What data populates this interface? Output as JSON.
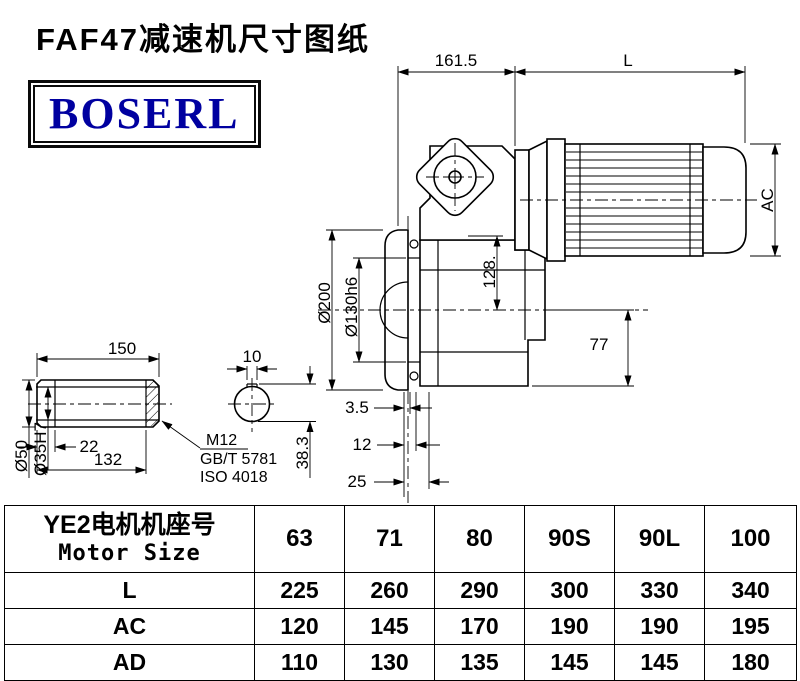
{
  "page": {
    "title": "FAF47减速机尺寸图纸",
    "logo": "BOSERL"
  },
  "colors": {
    "logo_blue": "#0000a0",
    "line_black": "#000000"
  },
  "drawing": {
    "dim_width_top": "161.5",
    "dim_length": "L",
    "dim_ac": "AC",
    "dim_flange_od": "Ø200",
    "dim_spigot": "Ø130h6",
    "dim_center_height": "128.",
    "dim_bottom": "77",
    "dim_gap": "3.5",
    "dim_offset12": "12",
    "dim_offset25": "25",
    "dim_key_height": "38.3",
    "dim_shaft_len": "150",
    "dim_key_width": "10",
    "dim_step22": "22",
    "dim_step132": "132",
    "dim_shaft_od": "Ø50",
    "dim_bore": "Ø35H7",
    "label_thread": "M12",
    "label_std1": "GB/T 5781",
    "label_std2": "ISO 4018"
  },
  "table": {
    "header_cn": "YE2电机机座号",
    "header_en": "Motor Size",
    "columns": [
      "63",
      "71",
      "80",
      "90S",
      "90L",
      "100"
    ],
    "rows": [
      {
        "label": "L",
        "values": [
          "225",
          "260",
          "290",
          "300",
          "330",
          "340"
        ]
      },
      {
        "label": "AC",
        "values": [
          "120",
          "145",
          "170",
          "190",
          "190",
          "195"
        ]
      },
      {
        "label": "AD",
        "values": [
          "110",
          "130",
          "135",
          "145",
          "145",
          "180"
        ]
      }
    ]
  }
}
